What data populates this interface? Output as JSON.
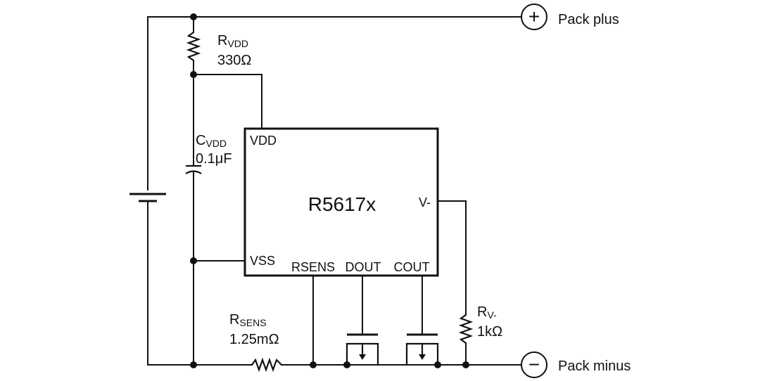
{
  "chip": {
    "name": "R5617x",
    "pins": {
      "vdd": "VDD",
      "vss": "VSS",
      "rsens": "RSENS",
      "dout": "DOUT",
      "cout": "COUT",
      "vminus": "V-"
    }
  },
  "components": {
    "rvdd": {
      "prefix": "R",
      "sub": "VDD",
      "value": "330Ω"
    },
    "cvdd": {
      "prefix": "C",
      "sub": "VDD",
      "value": "0.1μF"
    },
    "rsens": {
      "prefix": "R",
      "sub": "SENS",
      "value": "1.25mΩ"
    },
    "rv": {
      "prefix": "R",
      "sub": "V-",
      "value": "1kΩ"
    }
  },
  "terminals": {
    "plus": {
      "symbol": "+",
      "label": "Pack plus"
    },
    "minus": {
      "symbol": "−",
      "label": "Pack minus"
    }
  }
}
